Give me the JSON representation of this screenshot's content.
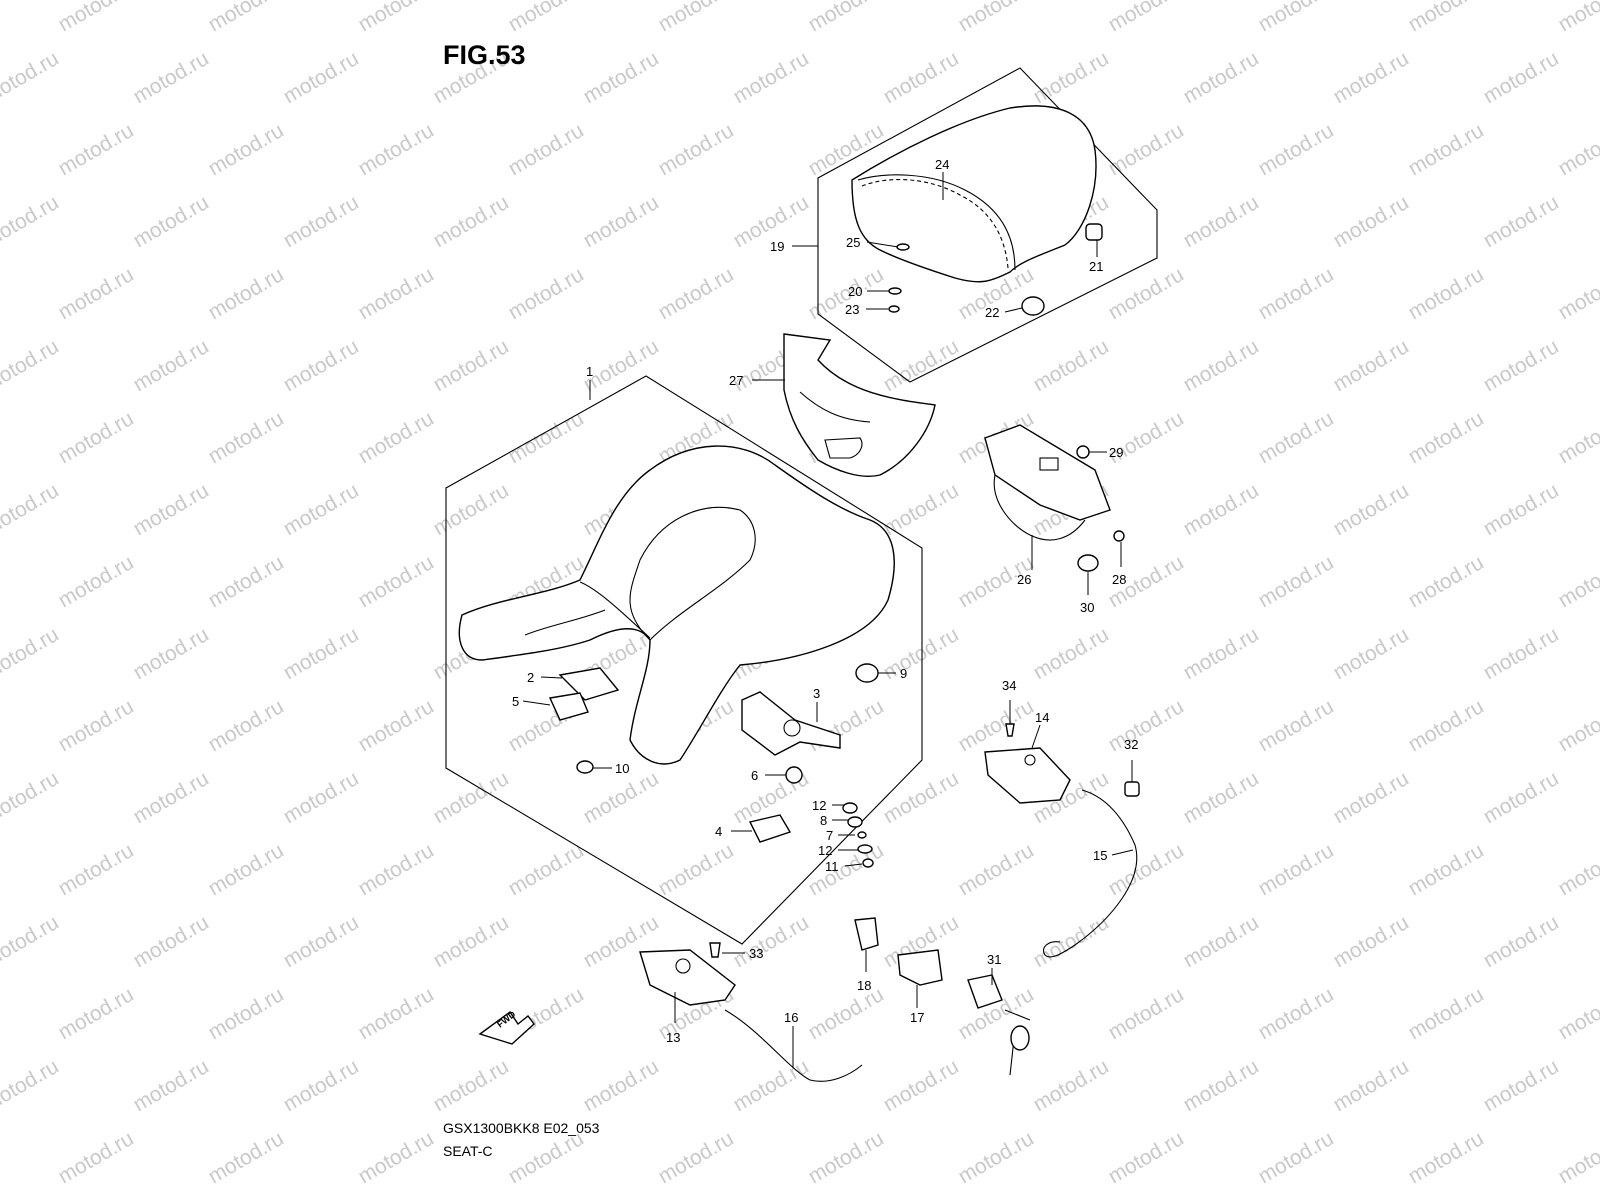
{
  "figure": {
    "title": "FIG.53",
    "code": "GSX1300BKK8 E02_053",
    "name": "SEAT-C",
    "watermark": "motod.ru",
    "fwd_label": "FWD"
  },
  "callouts": [
    {
      "id": "c1",
      "label": "1"
    },
    {
      "id": "c2",
      "label": "2"
    },
    {
      "id": "c3",
      "label": "3"
    },
    {
      "id": "c4",
      "label": "4"
    },
    {
      "id": "c5",
      "label": "5"
    },
    {
      "id": "c6",
      "label": "6"
    },
    {
      "id": "c7",
      "label": "7"
    },
    {
      "id": "c8",
      "label": "8"
    },
    {
      "id": "c9",
      "label": "9"
    },
    {
      "id": "c10",
      "label": "10"
    },
    {
      "id": "c11",
      "label": "11"
    },
    {
      "id": "c12a",
      "label": "12"
    },
    {
      "id": "c12b",
      "label": "12"
    },
    {
      "id": "c13",
      "label": "13"
    },
    {
      "id": "c14",
      "label": "14"
    },
    {
      "id": "c15",
      "label": "15"
    },
    {
      "id": "c16",
      "label": "16"
    },
    {
      "id": "c17",
      "label": "17"
    },
    {
      "id": "c18",
      "label": "18"
    },
    {
      "id": "c19",
      "label": "19"
    },
    {
      "id": "c20",
      "label": "20"
    },
    {
      "id": "c21",
      "label": "21"
    },
    {
      "id": "c22",
      "label": "22"
    },
    {
      "id": "c23",
      "label": "23"
    },
    {
      "id": "c24",
      "label": "24"
    },
    {
      "id": "c25",
      "label": "25"
    },
    {
      "id": "c26",
      "label": "26"
    },
    {
      "id": "c27",
      "label": "27"
    },
    {
      "id": "c28",
      "label": "28"
    },
    {
      "id": "c29",
      "label": "29"
    },
    {
      "id": "c30",
      "label": "30"
    },
    {
      "id": "c31",
      "label": "31"
    },
    {
      "id": "c32",
      "label": "32"
    },
    {
      "id": "c33",
      "label": "33"
    },
    {
      "id": "c34",
      "label": "34"
    }
  ]
}
